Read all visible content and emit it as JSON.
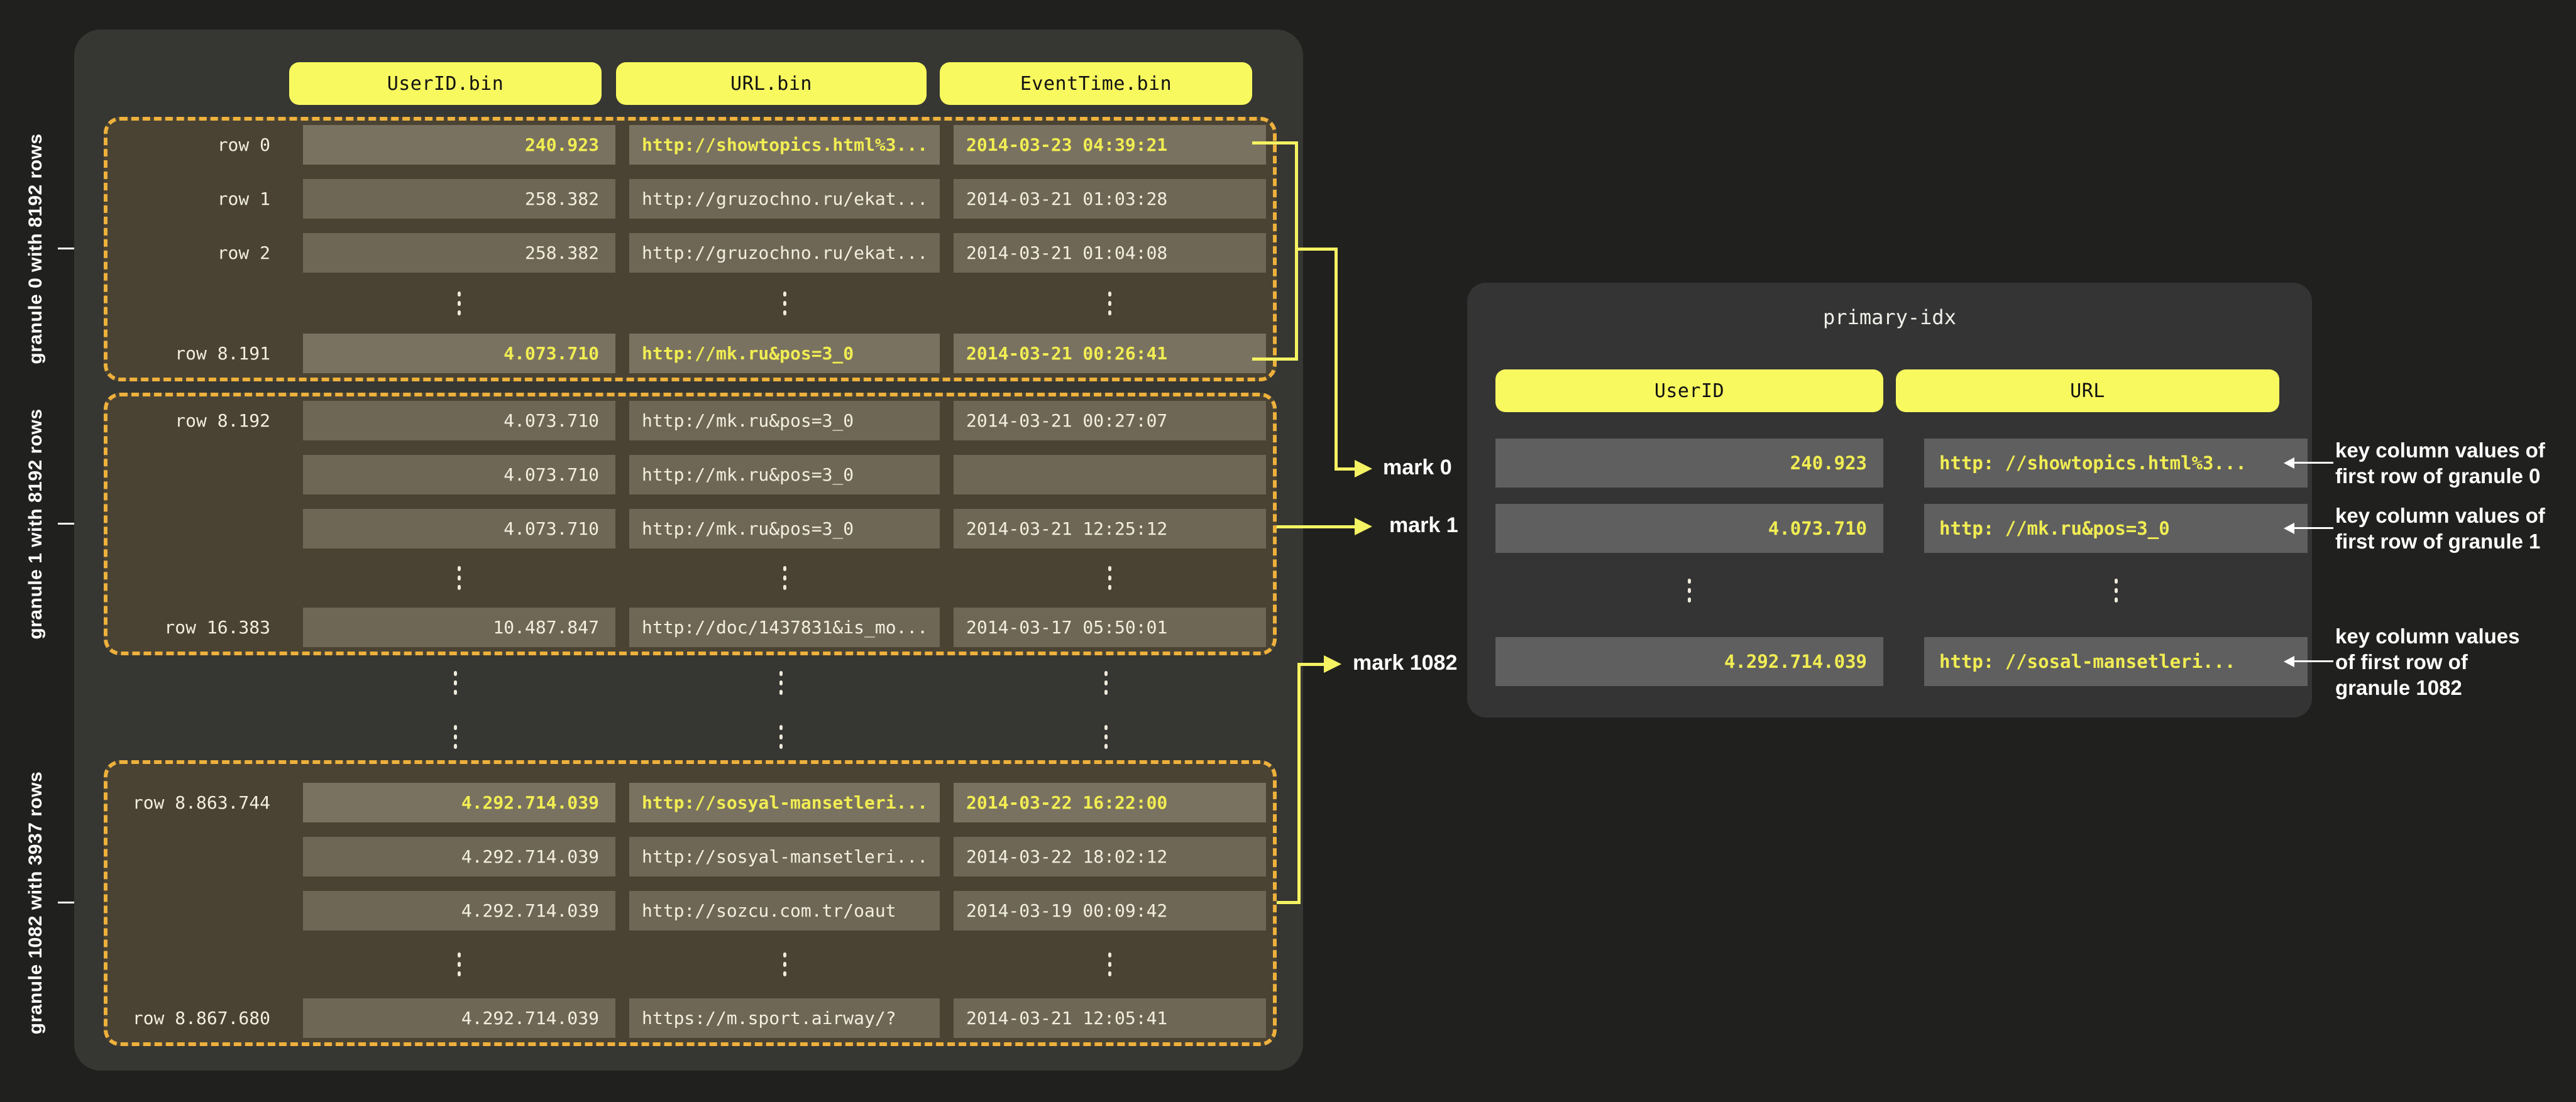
{
  "main_table": {
    "headers": [
      "UserID.bin",
      "URL.bin",
      "EventTime.bin"
    ],
    "granules": [
      {
        "side_label": "granule 0 with 8192 rows",
        "rows": [
          {
            "label": "row 0",
            "userid": "240.923",
            "url": "http://showtopics.html%3...",
            "eventtime": "2014-03-23 04:39:21",
            "highlight": true
          },
          {
            "label": "row 1",
            "userid": "258.382",
            "url": "http://gruzochno.ru/ekat...",
            "eventtime": "2014-03-21 01:03:28",
            "highlight": false
          },
          {
            "label": "row 2",
            "userid": "258.382",
            "url": "http://gruzochno.ru/ekat...",
            "eventtime": "2014-03-21 01:04:08",
            "highlight": false
          },
          {
            "type": "ellipsis"
          },
          {
            "label": "row 8.191",
            "userid": "4.073.710",
            "url": "http://mk.ru&pos=3_0",
            "eventtime": "2014-03-21 00:26:41",
            "highlight": true
          }
        ]
      },
      {
        "side_label": "granule 1 with 8192 rows",
        "rows": [
          {
            "label": "row 8.192",
            "userid": "4.073.710",
            "url": "http://mk.ru&pos=3_0",
            "eventtime": "2014-03-21 00:27:07",
            "highlight": false
          },
          {
            "label": "",
            "userid": "4.073.710",
            "url": "http://mk.ru&pos=3_0",
            "eventtime": "",
            "highlight": false
          },
          {
            "label": "",
            "userid": "4.073.710",
            "url": "http://mk.ru&pos=3_0",
            "eventtime": "2014-03-21 12:25:12",
            "highlight": false
          },
          {
            "type": "ellipsis"
          },
          {
            "label": "row 16.383",
            "userid": "10.487.847",
            "url": "http://doc/1437831&is_mo...",
            "eventtime": "2014-03-17 05:50:01",
            "highlight": false
          }
        ]
      },
      {
        "side_label": "granule 1082 with 3937 rows",
        "rows": [
          {
            "label": "row 8.863.744",
            "userid": "4.292.714.039",
            "url": "http://sosyal-mansetleri...",
            "eventtime": "2014-03-22 16:22:00",
            "highlight": true
          },
          {
            "label": "",
            "userid": "4.292.714.039",
            "url": "http://sosyal-mansetleri...",
            "eventtime": "2014-03-22 18:02:12",
            "highlight": false
          },
          {
            "label": "",
            "userid": "4.292.714.039",
            "url": "http://sozcu.com.tr/oaut",
            "eventtime": "2014-03-19 00:09:42",
            "highlight": false
          },
          {
            "type": "ellipsis"
          },
          {
            "label": "row 8.867.680",
            "userid": "4.292.714.039",
            "url": "https://m.sport.airway/?",
            "eventtime": "2014-03-21 12:05:41",
            "highlight": false
          }
        ]
      }
    ]
  },
  "marks": [
    {
      "label": "mark 0"
    },
    {
      "label": "mark 1"
    },
    {
      "label": "mark 1082"
    }
  ],
  "primary_index": {
    "title": "primary-idx",
    "headers": [
      "UserID",
      "URL"
    ],
    "rows": [
      {
        "userid": "240.923",
        "url": "http: //showtopics.html%3..."
      },
      {
        "userid": "4.073.710",
        "url": "http: //mk.ru&pos=3_0"
      },
      {
        "type": "ellipsis"
      },
      {
        "userid": "4.292.714.039",
        "url": "http: //sosal-mansetleri..."
      }
    ],
    "annotations": [
      {
        "lines": [
          "key column values of",
          "first row of granule 0"
        ]
      },
      {
        "lines": [
          "key column values of",
          "first row of granule 1"
        ]
      },
      {
        "lines": [
          "key column values",
          "of first row of",
          "granule 1082"
        ]
      }
    ]
  },
  "colors": {
    "accent_yellow": "#f8f95f",
    "highlight_text": "#f1ed53",
    "dashed_border": "#eeb13c",
    "granule_bg": "#4a4333",
    "cell_bg": "#6e6755",
    "panel_bg": "#363633"
  }
}
